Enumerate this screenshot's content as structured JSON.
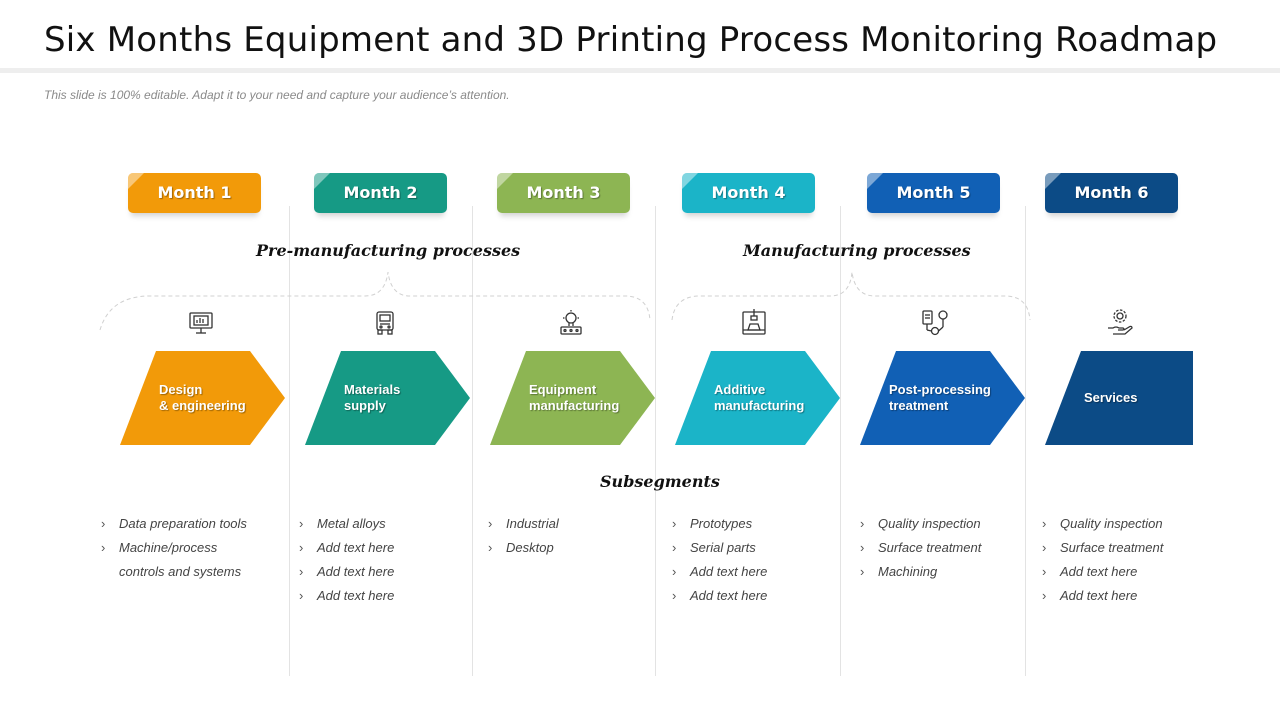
{
  "title": "Six Months Equipment and 3D Printing Process Monitoring Roadmap",
  "subtitle": "This slide is 100% editable. Adapt it to your need and capture your audience’s attention.",
  "groups": {
    "pre": "Pre-manufacturing processes",
    "manufacturing": "Manufacturing processes",
    "subsegments": "Subsegments"
  },
  "months": [
    {
      "label": "Month 1",
      "color": "#f29a09"
    },
    {
      "label": "Month 2",
      "color": "#169a85"
    },
    {
      "label": "Month 3",
      "color": "#8db553"
    },
    {
      "label": "Month 4",
      "color": "#1bb4c8"
    },
    {
      "label": "Month 5",
      "color": "#1160b5"
    },
    {
      "label": "Month 6",
      "color": "#0c4b86"
    }
  ],
  "stages": [
    {
      "label": "Design\n& engineering",
      "icon": "monitor-chart-icon"
    },
    {
      "label": "Materials\nsupply",
      "icon": "truck-icon"
    },
    {
      "label": "Equipment\nmanufacturing",
      "icon": "lightbulb-circuit-icon"
    },
    {
      "label": "Additive\nmanufacturing",
      "icon": "3d-printer-icon"
    },
    {
      "label": "Post-processing\ntreatment",
      "icon": "device-gear-icon"
    },
    {
      "label": "Services",
      "icon": "hand-gear-icon"
    }
  ],
  "subsegments": [
    [
      "Data preparation tools",
      "Machine/process",
      "controls and systems"
    ],
    [
      "Metal alloys",
      "Add text here",
      "Add text here",
      "Add text here"
    ],
    [
      "Industrial",
      "Desktop"
    ],
    [
      "Prototypes",
      "Serial parts",
      "Add text here",
      "Add text here"
    ],
    [
      "Quality inspection",
      "Surface treatment",
      "Machining"
    ],
    [
      "Quality inspection",
      "Surface treatment",
      "Add text here",
      "Add text here"
    ]
  ]
}
